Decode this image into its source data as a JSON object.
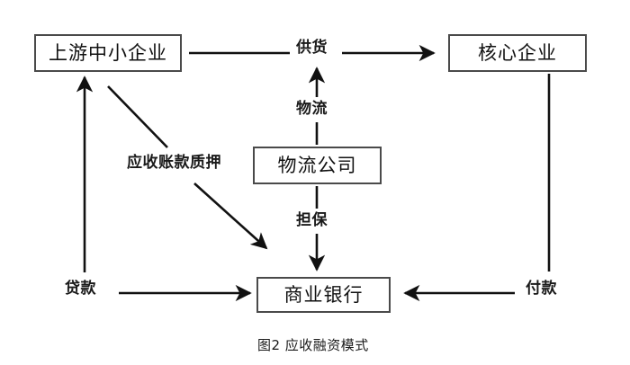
{
  "figure": {
    "caption": "图2 应收融资模式"
  },
  "nodes": [
    {
      "id": "upstream",
      "label": "上游中小企业"
    },
    {
      "id": "core",
      "label": "核心企业"
    },
    {
      "id": "logistics",
      "label": "物流公司"
    },
    {
      "id": "bank",
      "label": "商业银行"
    }
  ],
  "edges": [
    {
      "id": "supply",
      "label": "供货",
      "from": "upstream",
      "to": "core",
      "direction": "right"
    },
    {
      "id": "logistics",
      "label": "物流",
      "from": "logistics",
      "to": "supply",
      "direction": "up"
    },
    {
      "id": "guarantee",
      "label": "担保",
      "from": "logistics",
      "to": "bank",
      "direction": "down"
    },
    {
      "id": "pledge",
      "label": "应收账款质押",
      "from": "upstream",
      "to": "bank",
      "direction": "down-right"
    },
    {
      "id": "loan",
      "label": "贷款",
      "from": "bank",
      "to": "upstream",
      "direction": "left-up"
    },
    {
      "id": "payment",
      "label": "付款",
      "from": "core",
      "to": "bank",
      "direction": "down-left"
    }
  ],
  "style": {
    "box_border": "#4a4a4a",
    "line_color": "#111111",
    "text_color": "#111111",
    "background": "#ffffff"
  }
}
